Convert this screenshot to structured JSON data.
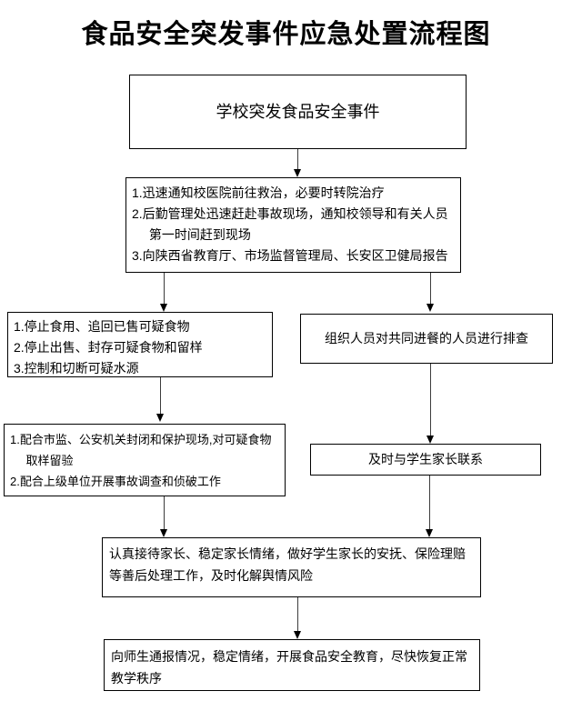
{
  "title": "食品安全突发事件应急处置流程图",
  "flow": {
    "incident": "学校突发食品安全事件",
    "first_response": {
      "items": [
        "1.迅速通知校医院前往救治，必要时转院治疗",
        "2.后勤管理处迅速赶赴事故现场，通知校领导和有关人员第一时间赶到现场",
        "3.向陕西省教育厅、市场监督管理局、长安区卫健局报告"
      ]
    },
    "food_control": {
      "items": [
        "1.停止食用、追回已售可疑食物",
        "2.停止出售、封存可疑食物和留样",
        "3.控制和切断可疑水源"
      ]
    },
    "diner_screening": "组织人员对共同进餐的人员进行排查",
    "site_investigation": {
      "items": [
        "1.配合市监、公安机关封闭和保护现场,对可疑食物取样留验",
        "2.配合上级单位开展事故调查和侦破工作"
      ]
    },
    "contact_parents": "及时与学生家长联系",
    "aftercare": "认真接待家长、稳定家长情绪，做好学生家长的安抚、保险理赔等善后处理工作，及时化解舆情风险",
    "restore_order": "向师生通报情况，稳定情绪，开展食品安全教育，尽快恢复正常教学秩序"
  }
}
